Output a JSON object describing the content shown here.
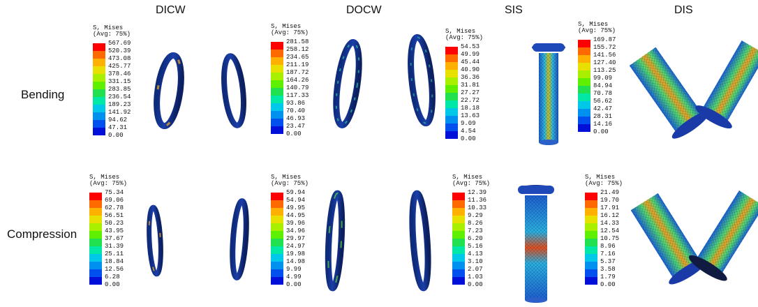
{
  "columns": [
    "DICW",
    "DOCW",
    "SIS",
    "DIS"
  ],
  "rows": [
    "Bending",
    "Compression"
  ],
  "legend_title": "S, Mises",
  "legend_subtitle": "(Avg: 75%)",
  "palette": [
    "#ff0000",
    "#ff6a00",
    "#ffb000",
    "#e8e000",
    "#a8f000",
    "#5ef000",
    "#20e050",
    "#00e8a8",
    "#00c8e8",
    "#0090f0",
    "#0050f0",
    "#0010d8"
  ],
  "legends": {
    "bending_dicw": [
      "567.69",
      "520.39",
      "473.08",
      "425.77",
      "378.46",
      "331.15",
      "283.85",
      "236.54",
      "189.23",
      "141.92",
      "94.62",
      "47.31",
      "0.00"
    ],
    "bending_docw": [
      "281.58",
      "258.12",
      "234.65",
      "211.19",
      "187.72",
      "164.26",
      "140.79",
      "117.33",
      "93.86",
      "70.40",
      "46.93",
      "23.47",
      "0.00"
    ],
    "bending_sis": [
      "54.53",
      "49.99",
      "45.44",
      "40.90",
      "36.36",
      "31.81",
      "27.27",
      "22.72",
      "18.18",
      "13.63",
      "9.09",
      "4.54",
      "0.00"
    ],
    "bending_dis": [
      "169.87",
      "155.72",
      "141.56",
      "127.40",
      "113.25",
      "99.09",
      "84.94",
      "70.78",
      "56.62",
      "42.47",
      "28.31",
      "14.16",
      "0.00"
    ],
    "compression_dicw": [
      "75.34",
      "69.06",
      "62.78",
      "56.51",
      "50.23",
      "43.95",
      "37.67",
      "31.39",
      "25.11",
      "18.84",
      "12.56",
      "6.28",
      "0.00"
    ],
    "compression_docw": [
      "59.94",
      "54.94",
      "49.95",
      "44.95",
      "39.96",
      "34.96",
      "29.97",
      "24.97",
      "19.98",
      "14.98",
      "9.99",
      "4.99",
      "0.00"
    ],
    "compression_sis": [
      "12.39",
      "11.36",
      "10.33",
      "9.29",
      "8.26",
      "7.23",
      "6.20",
      "5.16",
      "4.13",
      "3.10",
      "2.07",
      "1.03",
      "0.00"
    ],
    "compression_dis": [
      "21.49",
      "19.70",
      "17.91",
      "16.12",
      "14.33",
      "12.54",
      "10.75",
      "8.96",
      "7.16",
      "5.37",
      "3.58",
      "1.79",
      "0.00"
    ]
  }
}
